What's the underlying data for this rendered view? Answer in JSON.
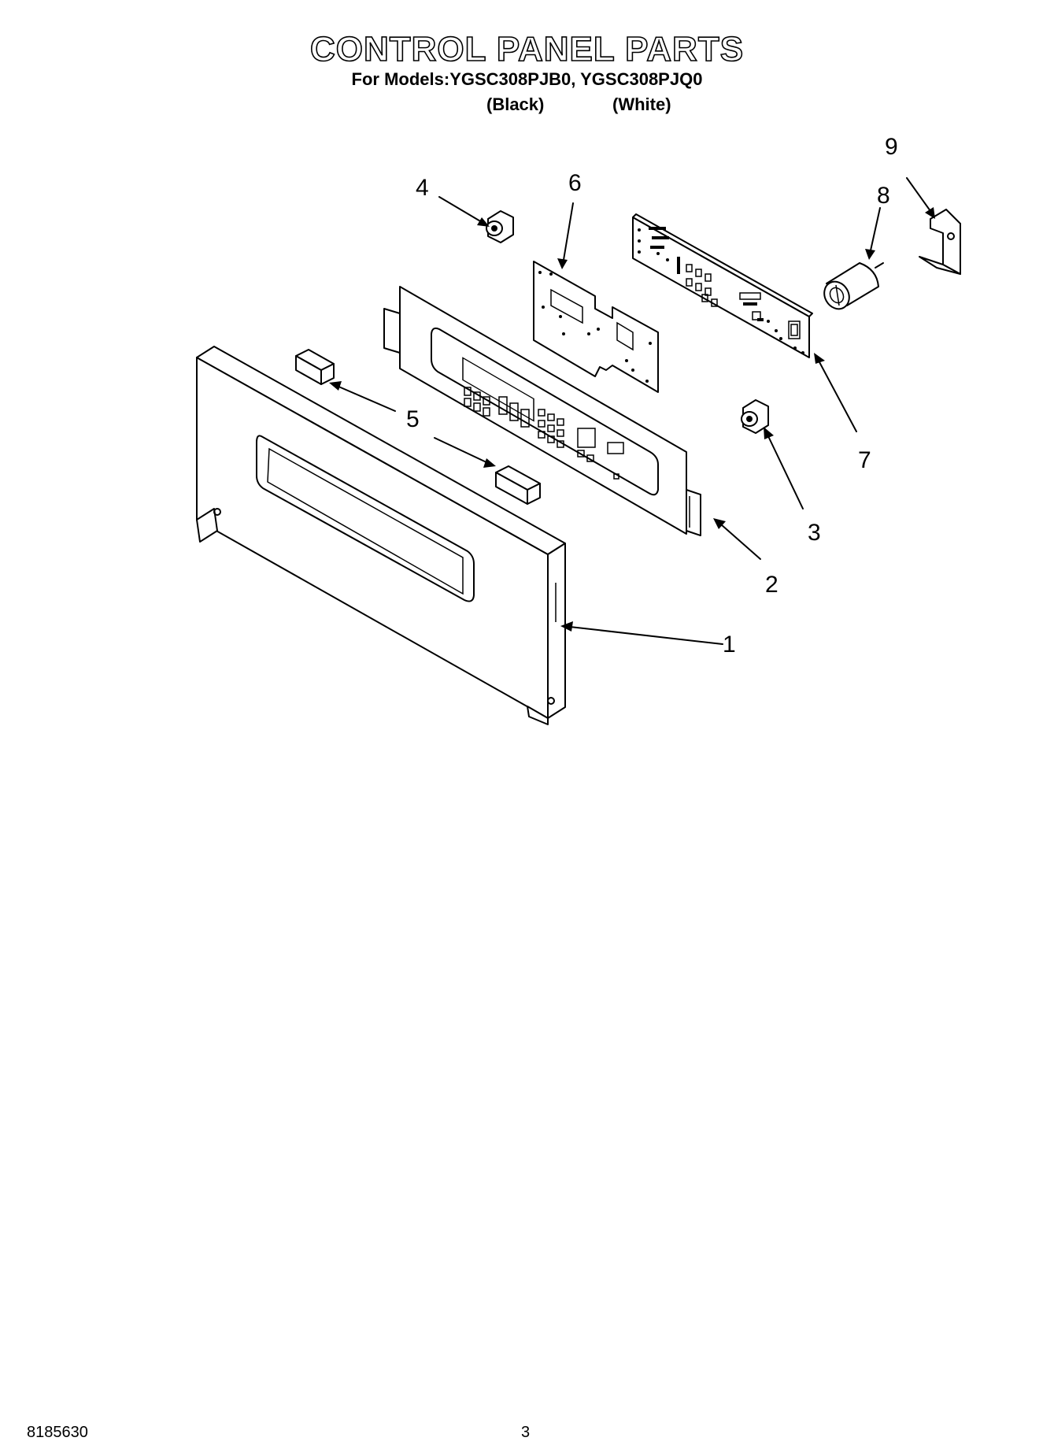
{
  "header": {
    "title": "CONTROL PANEL PARTS",
    "models_line": "For Models:YGSC308PJB0, YGSC308PJQ0",
    "variant_black": "(Black)",
    "variant_white": "(White)"
  },
  "callouts": {
    "c1": "1",
    "c2": "2",
    "c3": "3",
    "c4": "4",
    "c5": "5",
    "c6": "6",
    "c7": "7",
    "c8": "8",
    "c9": "9"
  },
  "footer": {
    "doc_number": "8185630",
    "page_number": "3"
  }
}
